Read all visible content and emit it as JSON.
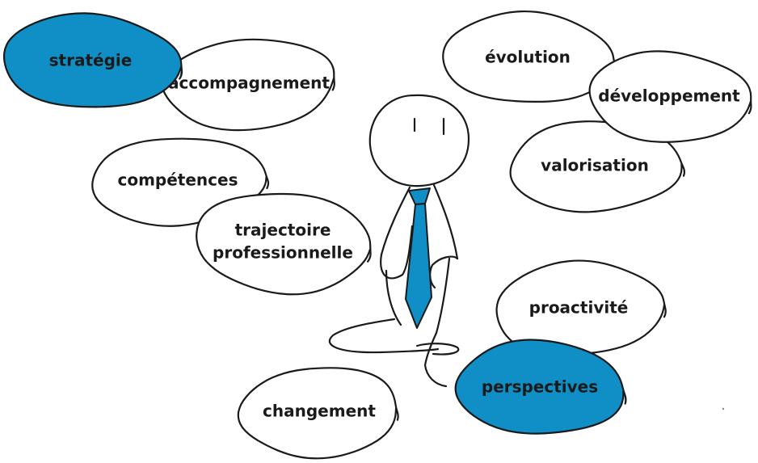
{
  "colors": {
    "accent": "#0f8fc5",
    "ink": "#1a1a1a",
    "bubble_fill": "#ffffff"
  },
  "bubbles": [
    {
      "id": "accompagnement",
      "lines": [
        "accompagnement"
      ],
      "filled": false
    },
    {
      "id": "strategie",
      "lines": [
        "stratégie"
      ],
      "filled": true
    },
    {
      "id": "competences",
      "lines": [
        "compétences"
      ],
      "filled": false
    },
    {
      "id": "trajectoire",
      "lines": [
        "trajectoire",
        "professionnelle"
      ],
      "filled": false
    },
    {
      "id": "evolution",
      "lines": [
        "évolution"
      ],
      "filled": false
    },
    {
      "id": "valorisation",
      "lines": [
        "valorisation"
      ],
      "filled": false
    },
    {
      "id": "developpement",
      "lines": [
        "développement"
      ],
      "filled": false
    },
    {
      "id": "proactivite",
      "lines": [
        "proactivité"
      ],
      "filled": false
    },
    {
      "id": "perspectives",
      "lines": [
        "perspectives"
      ],
      "filled": true
    },
    {
      "id": "changement",
      "lines": [
        "changement"
      ],
      "filled": false
    }
  ],
  "figure": {
    "icon": "stick-figure-with-tie-icon"
  }
}
